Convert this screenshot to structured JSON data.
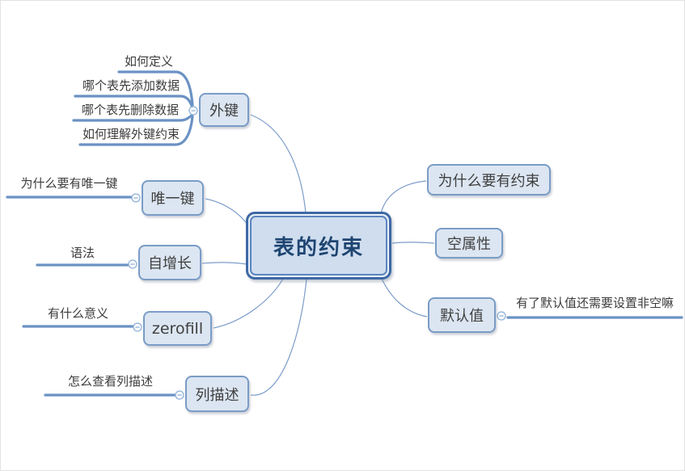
{
  "root": {
    "label": "表的约束"
  },
  "branches": [
    {
      "label": "外键",
      "children": [
        "如何定义",
        "哪个表先添加数据",
        "哪个表先删除数据",
        "如何理解外键约束"
      ]
    },
    {
      "label": "唯一键",
      "children": [
        "为什么要有唯一键"
      ]
    },
    {
      "label": "自增长",
      "children": [
        "语法"
      ]
    },
    {
      "label": "zerofill",
      "children": [
        "有什么意义"
      ]
    },
    {
      "label": "列描述",
      "children": [
        "怎么查看列描述"
      ]
    },
    {
      "label": "为什么要有约束",
      "children": []
    },
    {
      "label": "空属性",
      "children": []
    },
    {
      "label": "默认值",
      "children": [
        "有了默认值还需要设置非空嘛"
      ]
    }
  ],
  "icons": {
    "collapse": "minus-circle-icon"
  },
  "colors": {
    "node_fill": "#dce6f2",
    "node_border": "#7a9cc6",
    "center_fill": "#cfddef",
    "center_border_outer": "#3e69a5",
    "center_border_inner": "#5b84be",
    "center_text": "#1f4571",
    "line_thick": "#6b92c4",
    "line_thin": "#7b9cc9",
    "collapse_stroke": "#8fb0d8"
  }
}
